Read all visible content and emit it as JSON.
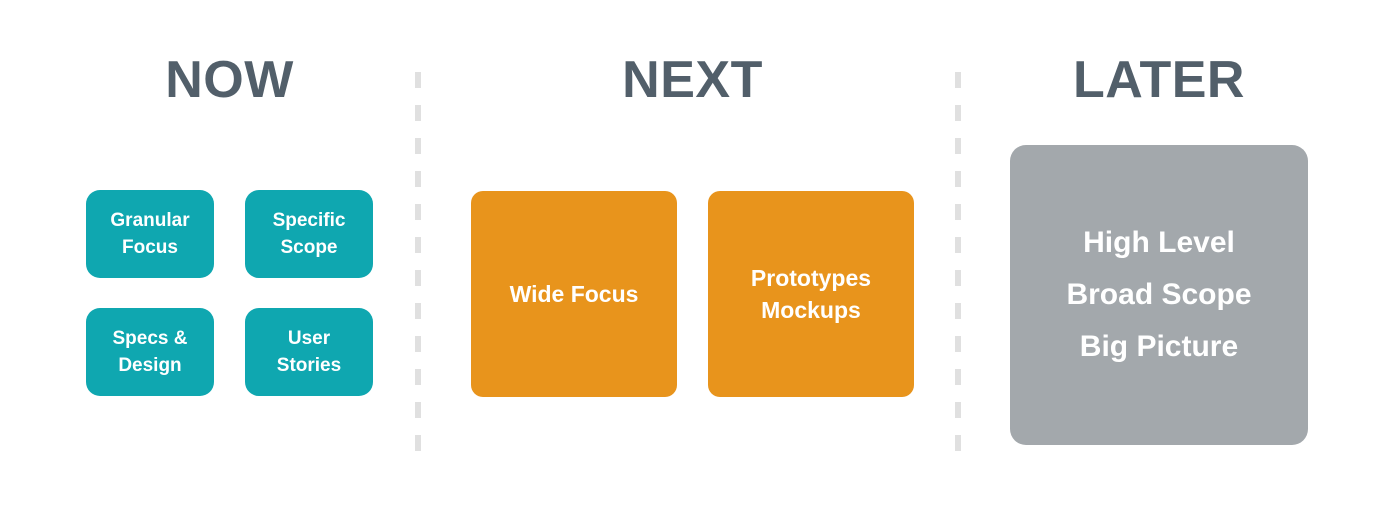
{
  "columns": [
    {
      "title": "NOW",
      "cards": [
        {
          "label": "Granular\nFocus"
        },
        {
          "label": "Specific\nScope"
        },
        {
          "label": "Specs &\nDesign"
        },
        {
          "label": "User\nStories"
        }
      ]
    },
    {
      "title": "NEXT",
      "cards": [
        {
          "label": "Wide Focus"
        },
        {
          "label": "Prototypes\nMockups"
        }
      ]
    },
    {
      "title": "LATER",
      "cards": [
        {
          "label": "High Level\nBroad Scope\nBig Picture"
        }
      ]
    }
  ],
  "colors": {
    "teal": "#0FA7B0",
    "orange": "#E8941C",
    "gray": "#A3A8AC",
    "heading": "#525F6A",
    "dash": "#E0E0E0",
    "card_text": "#FFFFFF",
    "background": "#FFFFFF"
  }
}
